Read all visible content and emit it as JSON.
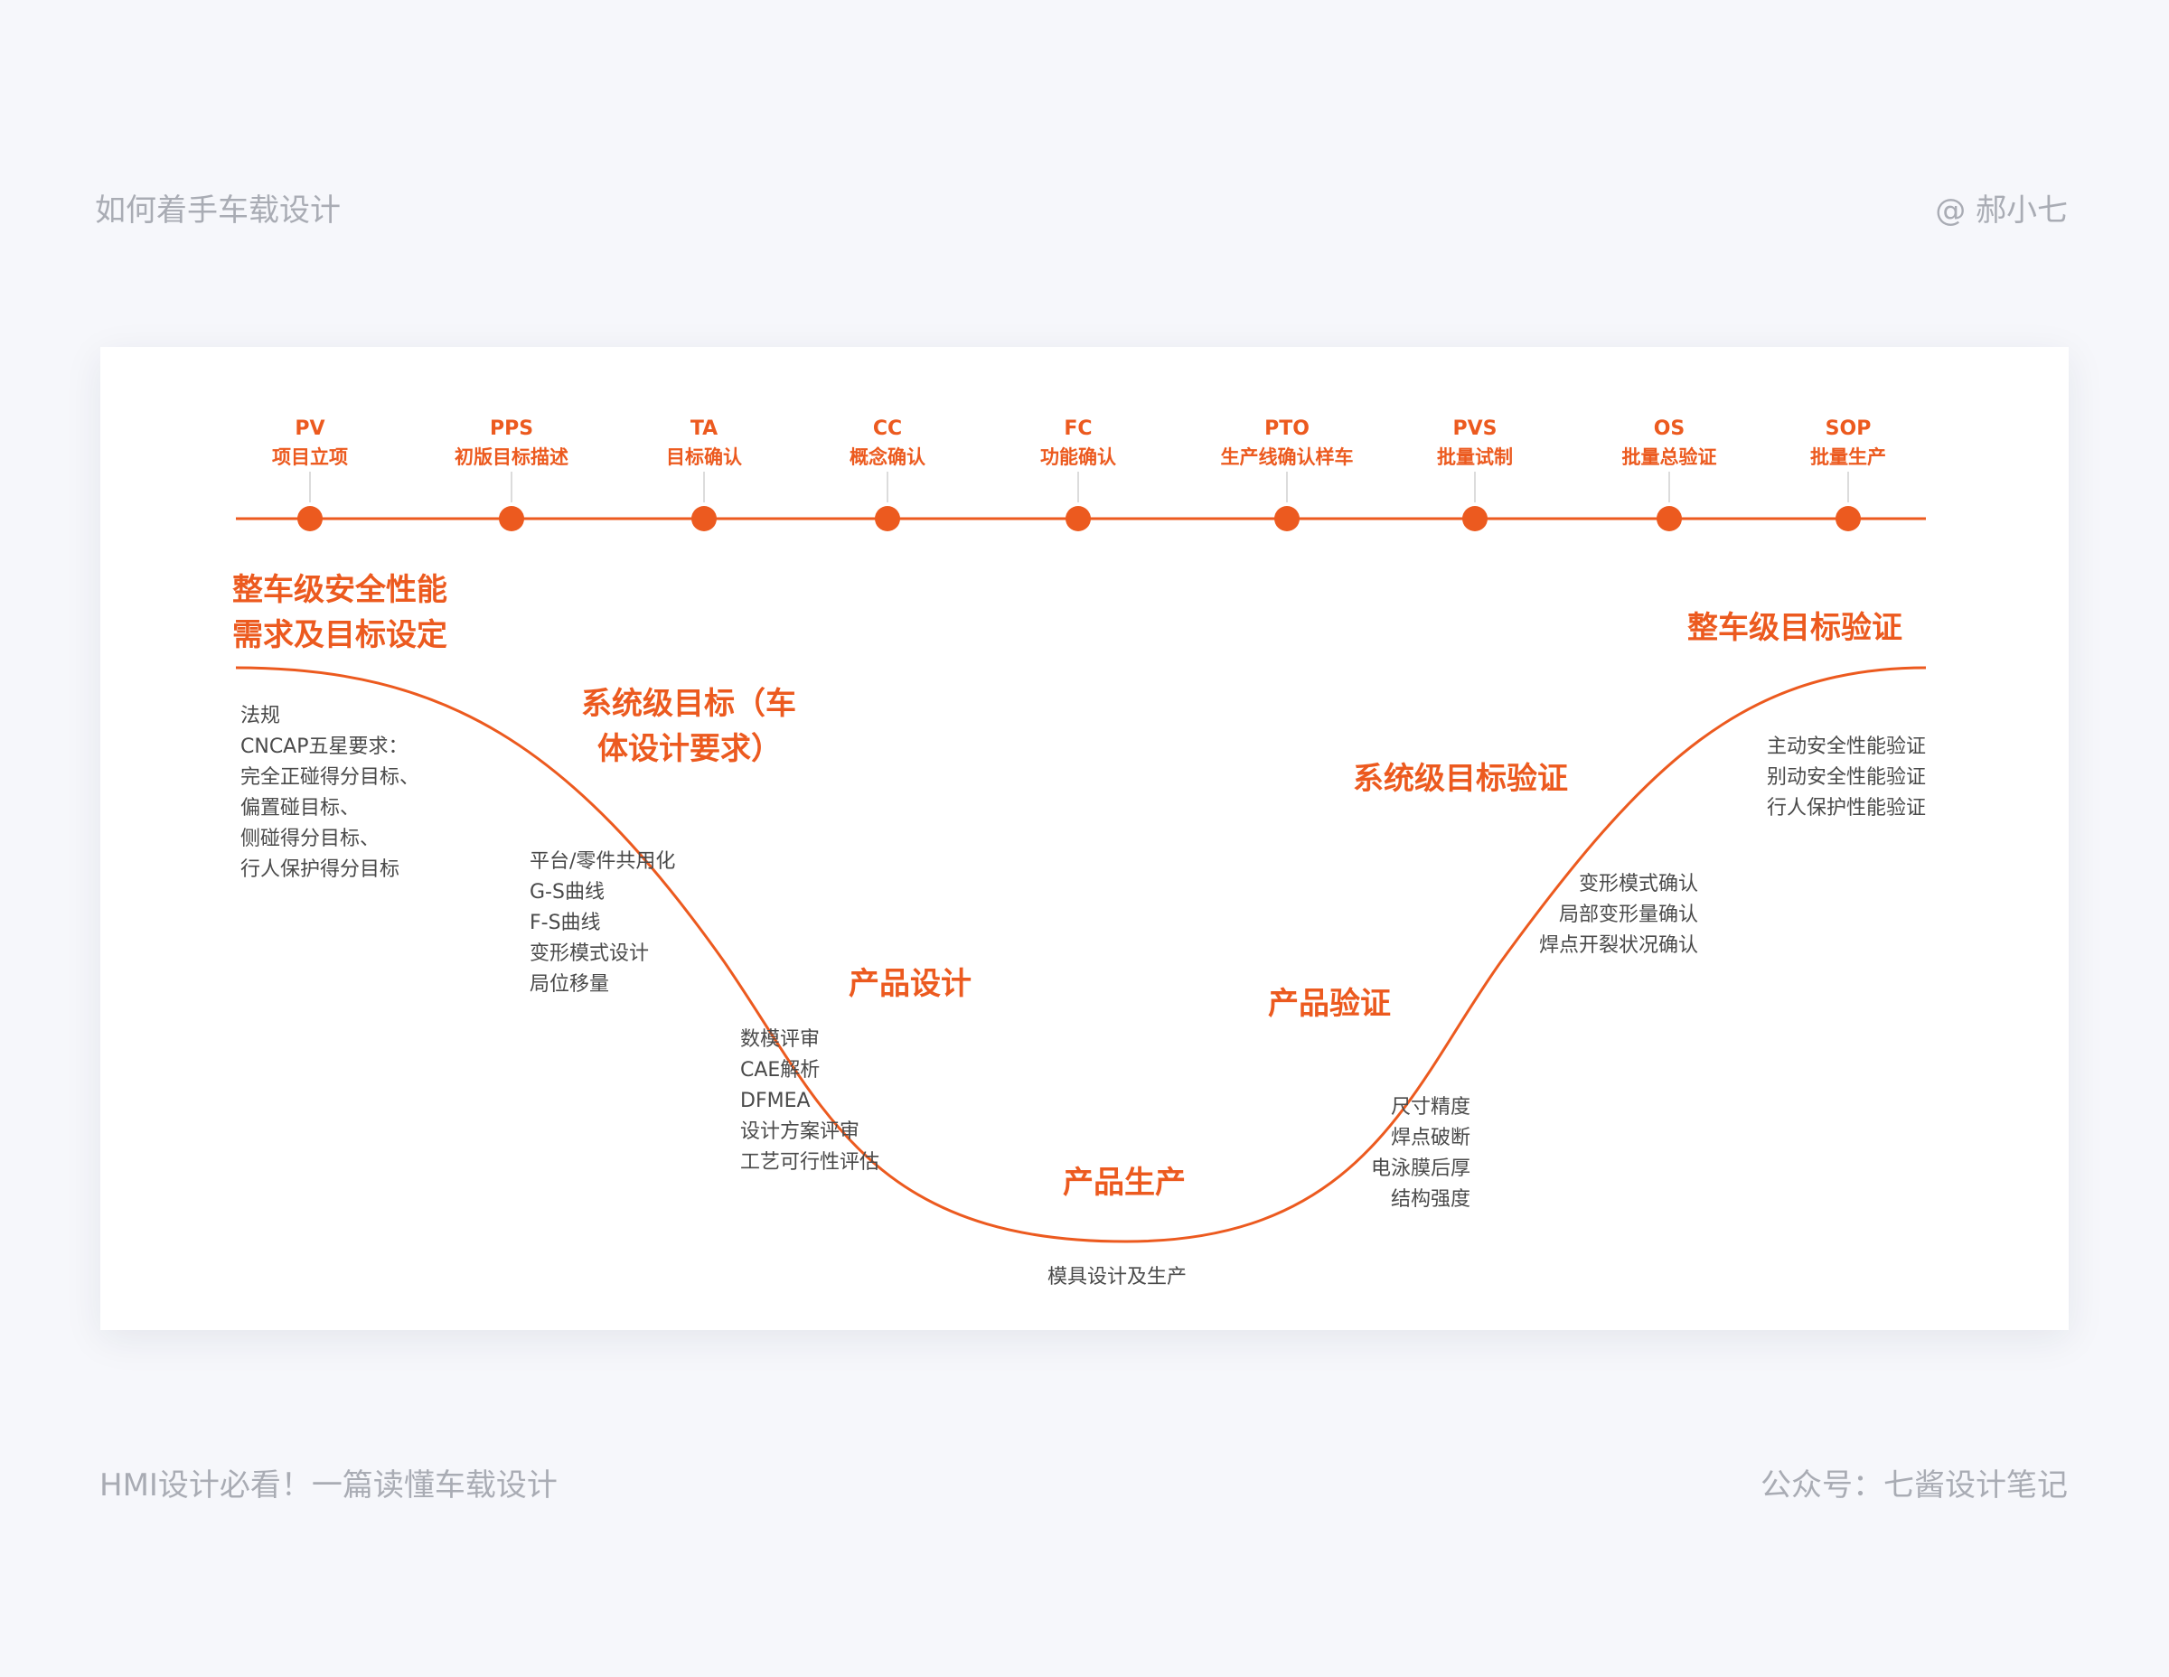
{
  "header": {
    "left_text": "如何着手车载设计",
    "right_text": "@ 郝小七"
  },
  "footer": {
    "left_text": "HMI设计必看！一篇读懂车载设计",
    "right_text": "公众号：七酱设计笔记"
  },
  "colors": {
    "accent": "#ec5a1f",
    "note_text": "#4a4a4a",
    "page_bg": "#f6f7fb"
  },
  "milestones": [
    {
      "code": "PV",
      "name": "项目立项"
    },
    {
      "code": "PPS",
      "name": "初版目标描述"
    },
    {
      "code": "TA",
      "name": "目标确认"
    },
    {
      "code": "CC",
      "name": "概念确认"
    },
    {
      "code": "FC",
      "name": "功能确认"
    },
    {
      "code": "PTO",
      "name": "生产线确认样车"
    },
    {
      "code": "PVS",
      "name": "批量试制"
    },
    {
      "code": "OS",
      "name": "批量总验证"
    },
    {
      "code": "SOP",
      "name": "批量生产"
    }
  ],
  "phases": {
    "vehicle_target": [
      "整车级安全性能",
      "需求及目标设定"
    ],
    "system_target": [
      "系统级目标（车",
      "体设计要求）"
    ],
    "product_design": "产品设计",
    "product_production": "产品生产",
    "product_verification": "产品验证",
    "system_verification": "系统级目标验证",
    "vehicle_verification": "整车级目标验证"
  },
  "notes": {
    "regulations": [
      "法规",
      "CNCAP五星要求：",
      "完全正碰得分目标、",
      "偏置碰目标、",
      "侧碰得分目标、",
      "行人保护得分目标"
    ],
    "platform": [
      "平台/零件共用化",
      "G-S曲线",
      "F-S曲线",
      "变形模式设计",
      "局位移量"
    ],
    "design_review": [
      "数模评审",
      "CAE解析",
      "DFMEA",
      "设计方案评审",
      "工艺可行性评估"
    ],
    "mold": [
      "模具设计及生产"
    ],
    "precision": [
      "尺寸精度",
      "焊点破断",
      "电泳膜后厚",
      "结构强度"
    ],
    "deformation": [
      "变形模式确认",
      "局部变形量确认",
      "焊点开裂状况确认"
    ],
    "safety_verification": [
      "主动安全性能验证",
      "别动安全性能验证",
      "行人保护性能验证"
    ]
  }
}
